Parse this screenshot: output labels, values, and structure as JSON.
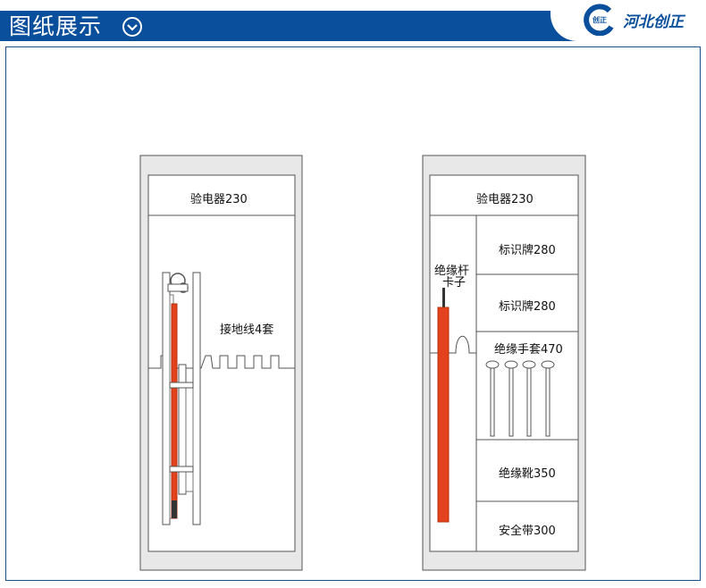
{
  "header": {
    "title": "图纸展示",
    "brand": "河北创正",
    "logo_text": "创正"
  },
  "cabinet_left": {
    "top_label": "验电器230",
    "item_label": "接地线4套"
  },
  "cabinet_right": {
    "top_label": "验电器230",
    "pole_label_1": "绝缘杆",
    "pole_label_2": "卡子",
    "shelves": [
      "标识牌280",
      "标识牌280",
      "绝缘手套470",
      "绝缘靴350",
      "安全带300"
    ]
  },
  "colors": {
    "header_blue": "#0a4f9c",
    "pole_orange": "#e4421c",
    "cabinet_fill": "#e8e8e8"
  }
}
